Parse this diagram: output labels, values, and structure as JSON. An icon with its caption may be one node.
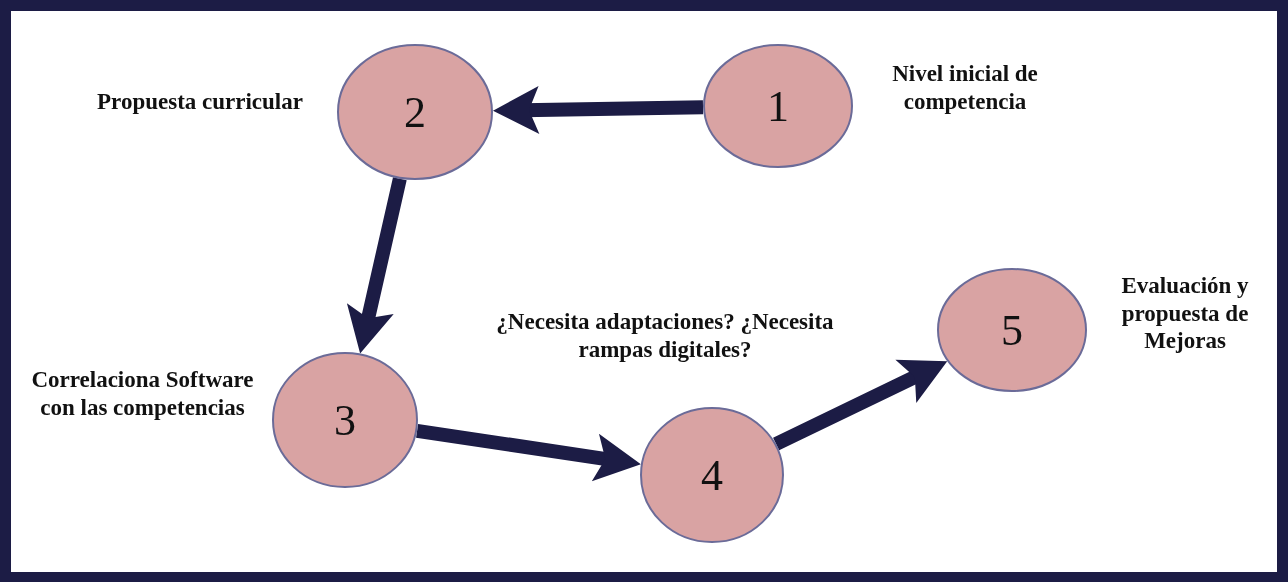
{
  "diagram": {
    "nodes": [
      {
        "text": [
          "1"
        ],
        "beside": [
          "Nivel inicial  de competencia"
        ]
      },
      {
        "text": [
          "2"
        ],
        "beside": [
          "Propuesta curricular"
        ]
      },
      {
        "text": [
          "3"
        ],
        "beside": [
          "Correlaciona Software con las competencias"
        ]
      },
      {
        "text": [
          "4"
        ]
      },
      {
        "text": [
          "5"
        ],
        "beside": [
          "Evaluación y propuesta de Mejoras"
        ]
      }
    ],
    "edges": [
      {
        "from": 0,
        "to": 1,
        "arrow": "to"
      },
      {
        "from": 1,
        "to": 2,
        "arrow": "to"
      },
      {
        "from": 2,
        "to": 3,
        "arrow": "to"
      },
      {
        "from": 3,
        "to": 4,
        "arrow": "to"
      }
    ],
    "labels": [
      "¿Necesita adaptaciones? ¿Necesita rampas digitales?"
    ]
  }
}
